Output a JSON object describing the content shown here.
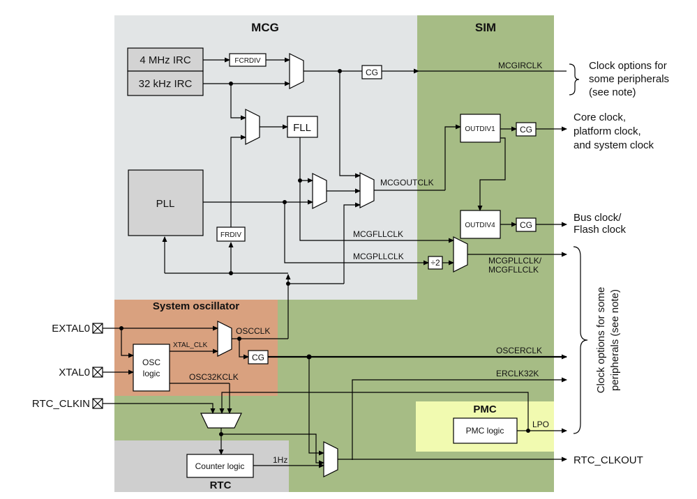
{
  "regions": {
    "mcg": "MCG",
    "sim": "SIM",
    "sysosc": "System oscillator",
    "pmc": "PMC",
    "rtc": "RTC"
  },
  "blocks": {
    "irc4": "4 MHz IRC",
    "irc32": "32 kHz IRC",
    "fcrdiv": "FCRDIV",
    "fll": "FLL",
    "pll": "PLL",
    "frdiv": "FRDIV",
    "outdiv1": "OUTDIV1",
    "outdiv4": "OUTDIV4",
    "cg1": "CG",
    "cg2": "CG",
    "cg3": "CG",
    "cg4": "CG",
    "div2": "÷2",
    "osc_l1": "OSC",
    "osc_l2": "logic",
    "pmc_logic": "PMC logic",
    "counter_logic": "Counter logic"
  },
  "signals": {
    "mcgirclk": "MCGIRCLK",
    "mcgoutclk": "MCGOUTCLK",
    "mcgfllclk": "MCGFLLCLK",
    "mcgpllclk": "MCGPLLCLK",
    "pllfll_1": "MCGPLLCLK/",
    "pllfll_2": "MCGFLLCLK",
    "oscclk": "OSCCLK",
    "xtal_clk": "XTAL_CLK",
    "osc32kclk": "OSC32KCLK",
    "oscerclk": "OSCERCLK",
    "erclk32k": "ERCLK32K",
    "lpo": "LPO",
    "onehz": "1Hz"
  },
  "pins": {
    "extal0": "EXTAL0",
    "xtal0": "XTAL0",
    "rtc_clkin": "RTC_CLKIN"
  },
  "outputs": {
    "clk_opts_1": "Clock options for",
    "clk_opts_2": "some peripherals",
    "clk_opts_3": "(see note)",
    "core_1": "Core clock,",
    "core_2": "platform clock,",
    "core_3": "and system clock",
    "bus_1": "Bus clock/",
    "bus_2": "Flash clock",
    "rtc_clkout": "RTC_CLKOUT",
    "vert_1": "Clock options for some",
    "vert_2": "peripherals (see note)"
  },
  "colors": {
    "mcg_bg": "#e2e5e6",
    "sim_bg": "#a6bc85",
    "sysosc_bg": "#d9a17f",
    "pmc_bg": "#f1fab0",
    "rtc_bg": "#cfcfcf",
    "box_gray": "#d3d3d3"
  }
}
